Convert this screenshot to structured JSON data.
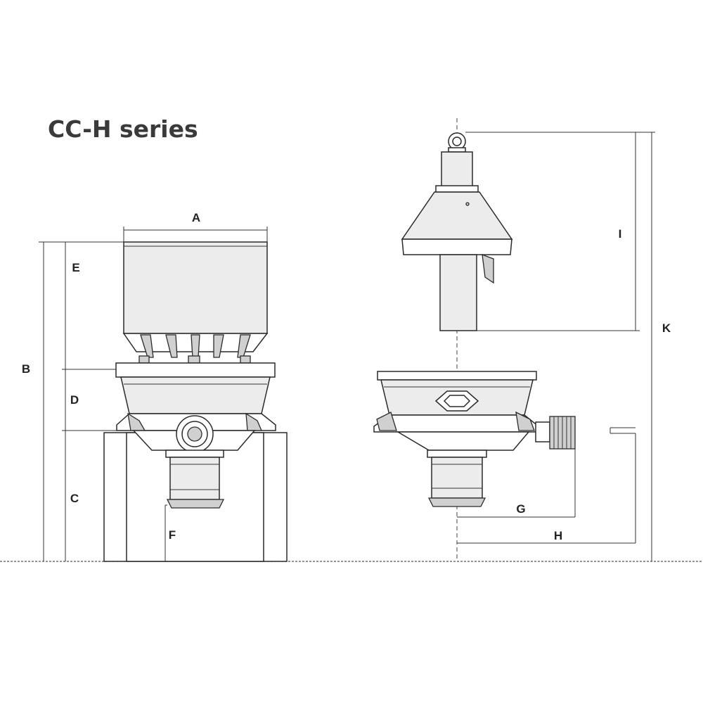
{
  "title": "CC-H series",
  "labels": {
    "A": "A",
    "B": "B",
    "C": "C",
    "D": "D",
    "E": "E",
    "F": "F",
    "G": "G",
    "H": "H",
    "I": "I",
    "K": "K"
  }
}
